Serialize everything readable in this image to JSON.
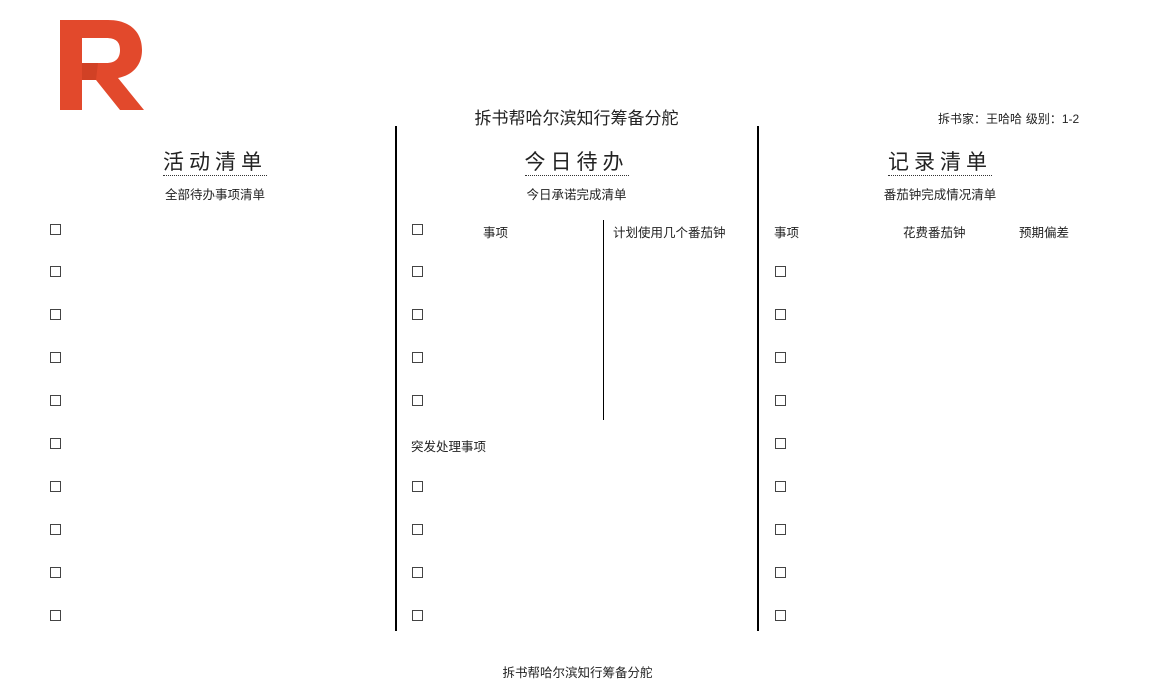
{
  "logo": {
    "letter": "R",
    "color": "#E2492C"
  },
  "header": {
    "title": "拆书帮哈尔滨知行筹备分舵",
    "author_label": "拆书家：王哈哈 级别：",
    "level": "1-2"
  },
  "columns": {
    "activity": {
      "title": "活动清单",
      "subtitle": "全部待办事项清单",
      "items": [
        "",
        "",
        "",
        "",
        "",
        "",
        "",
        "",
        "",
        ""
      ]
    },
    "today": {
      "title": "今日待办",
      "subtitle": "今日承诺完成清单",
      "headers": {
        "item": "事项",
        "planned": "计划使用几个番茄钟"
      },
      "planned_items": [
        "",
        "",
        "",
        ""
      ],
      "urgent_label": "突发处理事项",
      "urgent_items": [
        "",
        "",
        "",
        ""
      ]
    },
    "record": {
      "title": "记录清单",
      "subtitle": "番茄钟完成情况清单",
      "headers": {
        "item": "事项",
        "spent": "花费番茄钟",
        "deviation": "预期偏差"
      },
      "items": [
        "",
        "",
        "",
        "",
        "",
        "",
        "",
        "",
        ""
      ]
    }
  },
  "footer": {
    "text": "拆书帮哈尔滨知行筹备分舵"
  }
}
